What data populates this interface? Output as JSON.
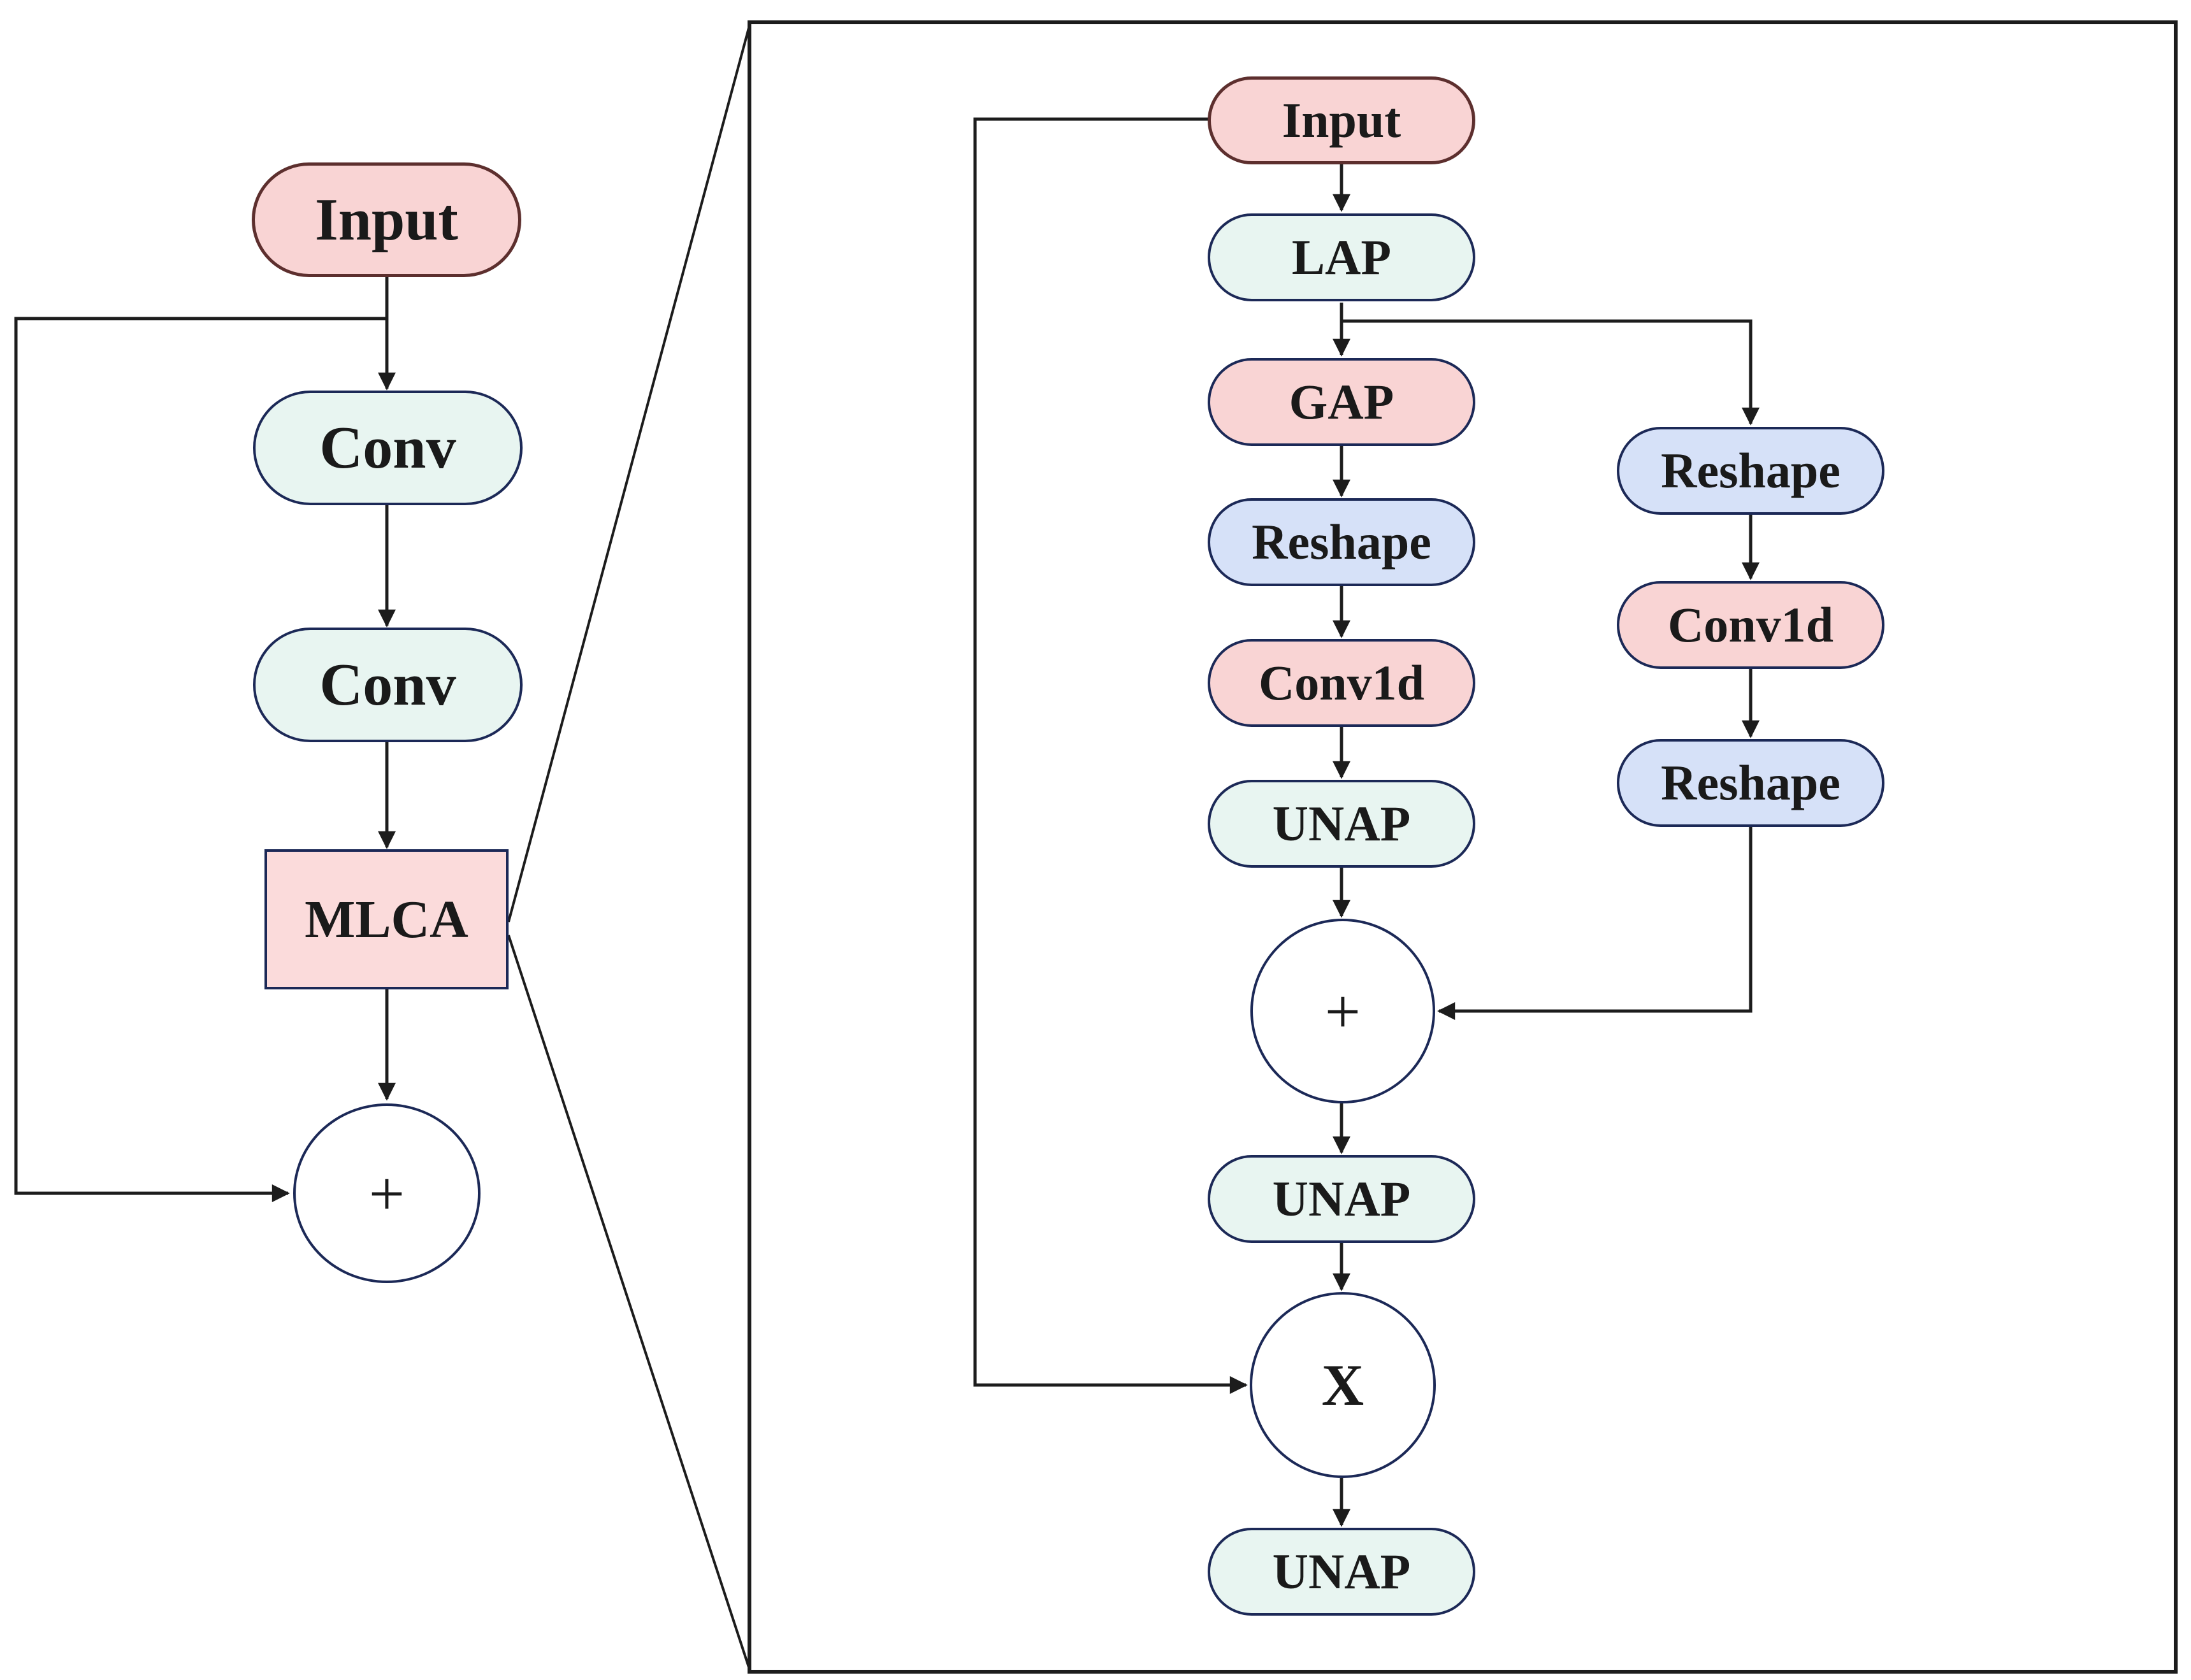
{
  "colors": {
    "pink": "#f9d4d4",
    "pinklight": "#fbdbdb",
    "mint": "#e8f5f1",
    "blue": "#d6e1f8",
    "maroon": "#5d2f2e",
    "navy": "#1c2957",
    "line": "#1c1c1c",
    "background": "#ffffff"
  },
  "left_panel": {
    "input": "Input",
    "conv_1": "Conv",
    "conv_2": "Conv",
    "mlca": "MLCA",
    "add_operator": "+"
  },
  "right_panel": {
    "input": "Input",
    "lap": "LAP",
    "gap": "GAP",
    "reshape_main": "Reshape",
    "conv1d_main": "Conv1d",
    "unap_1": "UNAP",
    "add_operator": "+",
    "unap_2": "UNAP",
    "multiply_operator": "X",
    "unap_3": "UNAP",
    "branch_reshape_top": "Reshape",
    "branch_conv1d": "Conv1d",
    "branch_reshape_bottom": "Reshape"
  }
}
